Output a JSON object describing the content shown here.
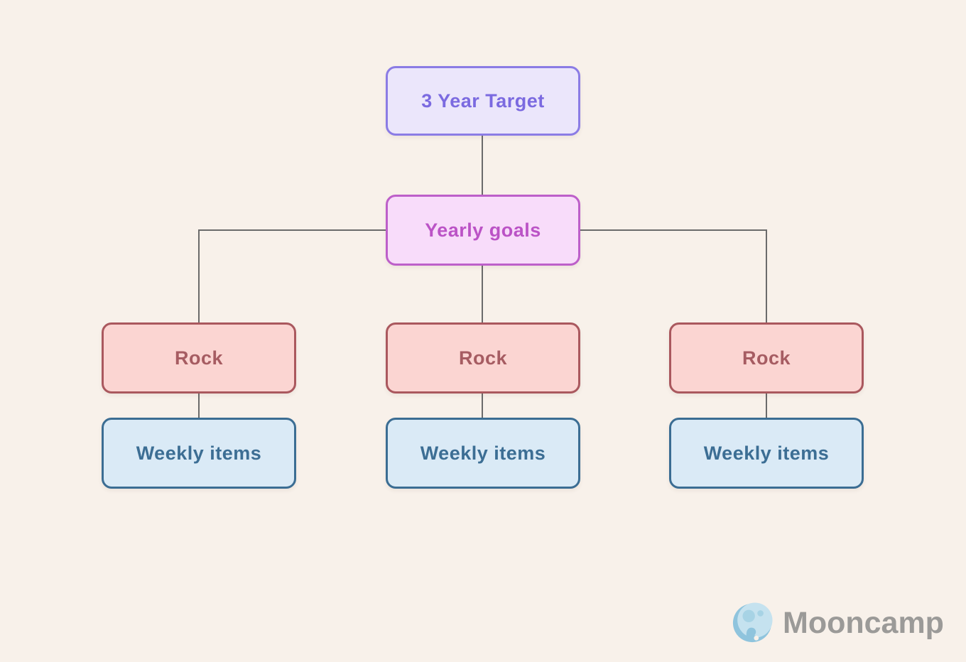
{
  "nodes": {
    "target": {
      "label": "3 Year Target"
    },
    "yearly": {
      "label": "Yearly goals"
    },
    "rocks": [
      {
        "label": "Rock"
      },
      {
        "label": "Rock"
      },
      {
        "label": "Rock"
      }
    ],
    "weekly": [
      {
        "label": "Weekly items"
      },
      {
        "label": "Weekly items"
      },
      {
        "label": "Weekly items"
      }
    ]
  },
  "branding": {
    "name": "Mooncamp"
  },
  "colors": {
    "background": "#f8f1ea",
    "connector": "#6b6b6b",
    "target-fill": "#ebe6fb",
    "target-border": "#8b7ce5",
    "target-text": "#7b6ae0",
    "yearly-fill": "#f8dcfa",
    "yearly-border": "#bd5fc9",
    "yearly-text": "#bb53c6",
    "rock-fill": "#fbd5d2",
    "rock-border": "#aa585e",
    "rock-text": "#a65c62",
    "weekly-fill": "#daeaf6",
    "weekly-border": "#3b6d93",
    "weekly-text": "#3c6e94",
    "logo-text": "#9b9a98",
    "moon-base": "#c5e2ef",
    "moon-shade": "#8fc4dd",
    "moon-crater": "#a7d3e5"
  }
}
